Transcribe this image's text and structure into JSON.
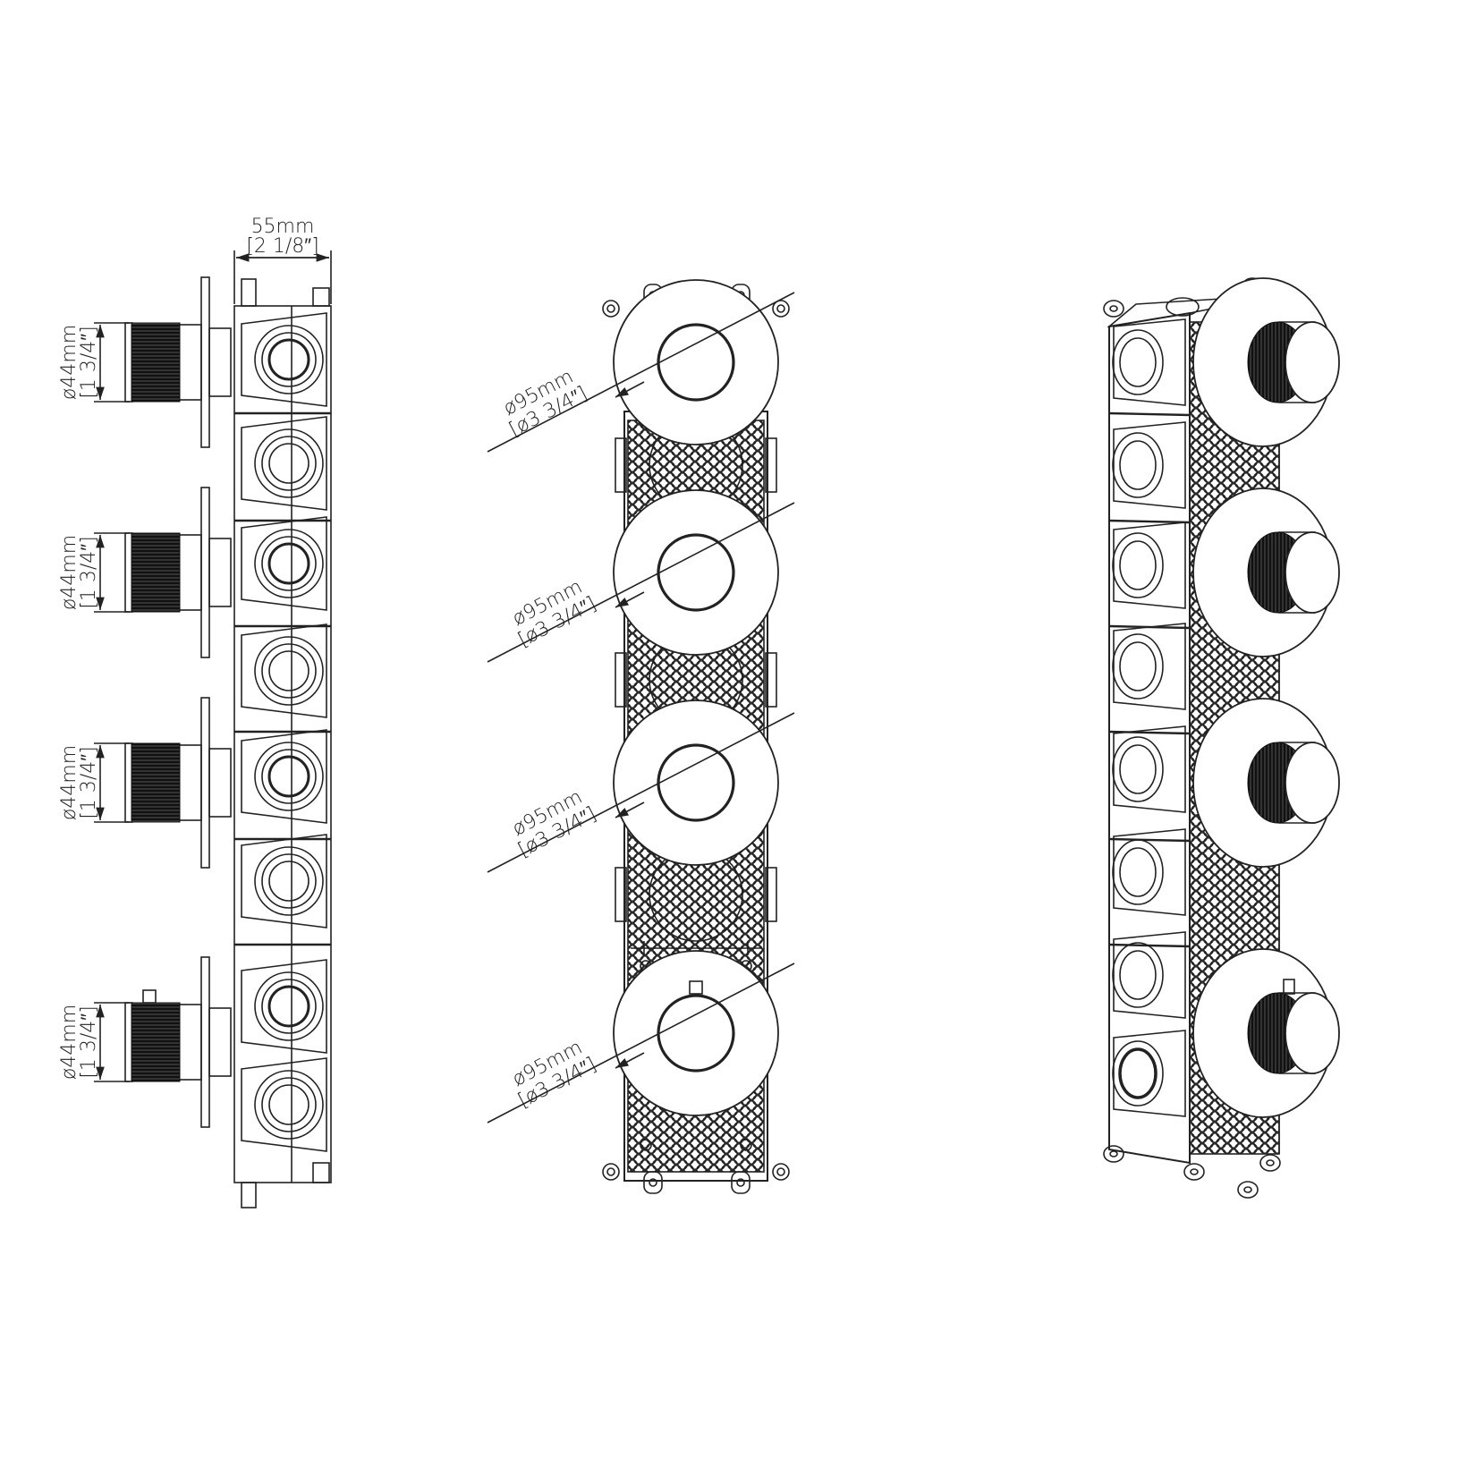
{
  "drawing": {
    "side_view": {
      "width_dim": {
        "mm": "55mm",
        "inch": "[2 1/8″]"
      },
      "knob_dims": [
        {
          "mm": "ø44mm",
          "inch": "[1 3/4″]"
        },
        {
          "mm": "ø44mm",
          "inch": "[1 3/4″]"
        },
        {
          "mm": "ø44mm",
          "inch": "[1 3/4″]"
        },
        {
          "mm": "ø44mm",
          "inch": "[1 3/4″]"
        }
      ]
    },
    "front_view": {
      "plate_dims": [
        {
          "mm": "ø95mm",
          "inch": "[ø3 3/4″]"
        },
        {
          "mm": "ø95mm",
          "inch": "[ø3 3/4″]"
        },
        {
          "mm": "ø95mm",
          "inch": "[ø3 3/4″]"
        },
        {
          "mm": "ø95mm",
          "inch": "[ø3 3/4″]"
        }
      ]
    }
  },
  "colors": {
    "line": "#222222",
    "background": "#ffffff"
  }
}
